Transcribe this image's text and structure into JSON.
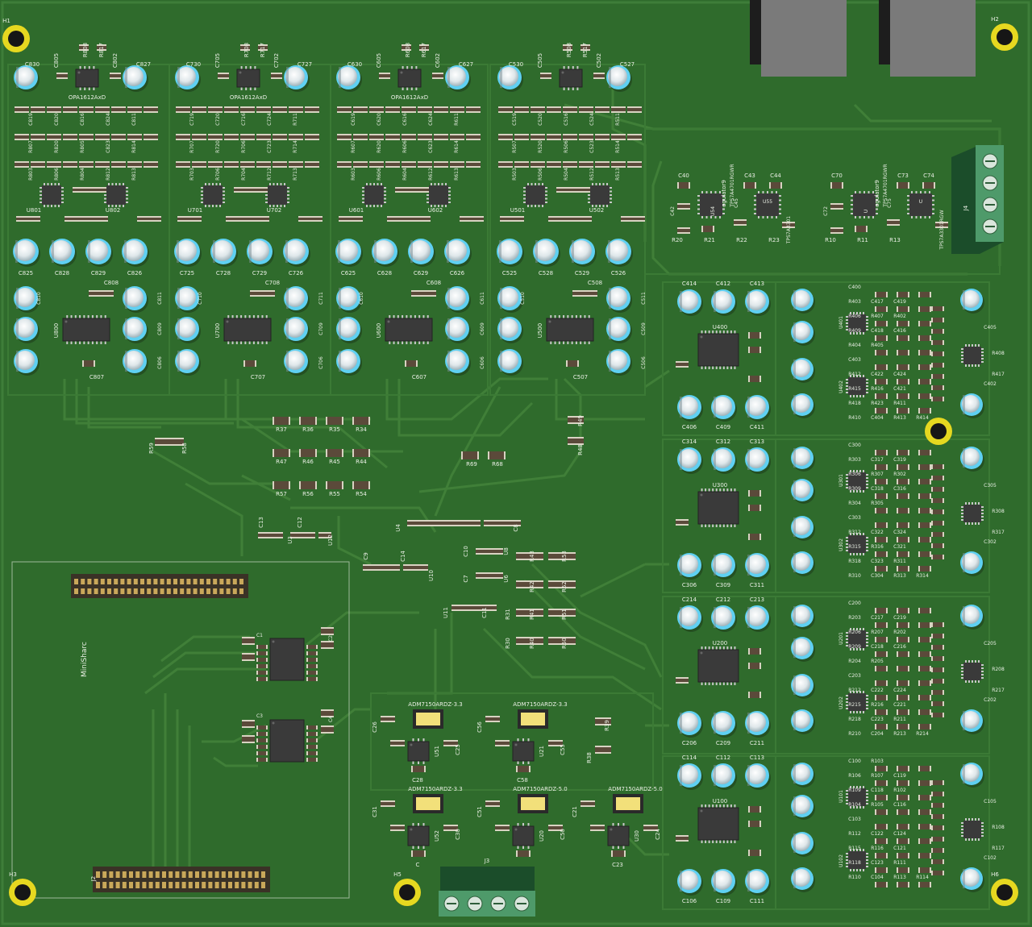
{
  "colors": {
    "board": "#2f6b2c",
    "board_dark": "#255a23",
    "trace": "#3f7f38",
    "trace_light": "#4c8c44",
    "silk": "#e9efe4",
    "cap_body": "#d9e2e6",
    "cap_ring": "#5fd0f2",
    "ic": "#3a3a3a",
    "smd": "#b8a58a",
    "smd_dark": "#5b4a3a",
    "pad": "#d8d3c2",
    "hole": "#e6d820",
    "connector": "#4e9a6a",
    "tantalum": "#f2e07a",
    "rj45": "#7a7a7a"
  },
  "mounting_holes": [
    "H1",
    "H2",
    "H3",
    "H5",
    "H6"
  ],
  "daughter_board": {
    "name": "MiniSharc",
    "header": "J2"
  },
  "connectors": {
    "j3": "J3",
    "j4": "J4"
  },
  "channels_top": [
    {
      "amp": "OPA1612AxD",
      "caps_top": [
        "C830",
        "C805",
        "C802",
        "C827"
      ],
      "res_top": [
        "R808",
        "R817"
      ],
      "u_a": "U801",
      "u_b": "U802",
      "u_main": "U800",
      "caps_bottom": [
        "C825",
        "C828",
        "C829",
        "C826"
      ],
      "caps_bottom2": [
        "C810",
        "C808",
        "C807",
        "C811",
        "C809",
        "C806"
      ],
      "rows": [
        [
          "C819",
          "C820",
          "C816",
          "C824",
          "C811"
        ],
        [
          "R807",
          "R820",
          "R805",
          "C823",
          "R814"
        ],
        [
          "R803",
          "R806",
          "R804",
          "R812",
          "R813"
        ]
      ]
    },
    {
      "amp": "OPA1612AxD",
      "caps_top": [
        "C730",
        "C705",
        "C702",
        "C727"
      ],
      "res_top": [
        "R708",
        "R717"
      ],
      "u_a": "U701",
      "u_b": "U702",
      "u_main": "U700",
      "caps_bottom": [
        "C725",
        "C728",
        "C729",
        "C726"
      ],
      "caps_bottom2": [
        "C710",
        "C708",
        "C707",
        "C711",
        "C709",
        "C706"
      ],
      "rows": [
        [
          "C719",
          "C720",
          "C716",
          "C724",
          "R711"
        ],
        [
          "R707",
          "R720",
          "R706",
          "C723",
          "R714"
        ],
        [
          "R703",
          "R706",
          "R704",
          "R712",
          "R713"
        ]
      ]
    },
    {
      "amp": "OPA1612AxD",
      "caps_top": [
        "C630",
        "C605",
        "C602",
        "C627"
      ],
      "res_top": [
        "R608",
        "R617"
      ],
      "u_a": "U601",
      "u_b": "U602",
      "u_main": "U600",
      "caps_bottom": [
        "C625",
        "C628",
        "C629",
        "C626"
      ],
      "caps_bottom2": [
        "C610",
        "C608",
        "C607",
        "C611",
        "C609",
        "C606"
      ],
      "rows": [
        [
          "C619",
          "C620",
          "C616",
          "C624",
          "R611"
        ],
        [
          "R607",
          "R620",
          "R606",
          "C623",
          "R614"
        ],
        [
          "R603",
          "R606",
          "R604",
          "R612",
          "R613"
        ]
      ]
    },
    {
      "amp": "",
      "caps_top": [
        "C530",
        "C505",
        "C502",
        "C527"
      ],
      "res_top": [
        "R508",
        "R517"
      ],
      "u_a": "U501",
      "u_b": "U502",
      "u_main": "U500",
      "caps_bottom": [
        "C525",
        "C528",
        "C529",
        "C526"
      ],
      "caps_bottom2": [
        "C510",
        "C508",
        "C507",
        "C511",
        "C509",
        "C506"
      ],
      "rows": [
        [
          "C519",
          "C520",
          "C516",
          "C524",
          "R511"
        ],
        [
          "R507",
          "R520",
          "R506",
          "C523",
          "R514"
        ],
        [
          "R503",
          "R506",
          "R504",
          "R512",
          "R513"
        ]
      ]
    }
  ],
  "channels_right": [
    {
      "u_main": "U400",
      "u_a": "U401",
      "u_b": "U402",
      "caps_top": [
        "C414",
        "C412",
        "C413"
      ],
      "caps_bottom": [
        "C406",
        "C409",
        "C411"
      ],
      "side": [
        "C405",
        "C402",
        "R408",
        "R417"
      ],
      "rows": [
        [
          "C400"
        ],
        [
          "R403",
          "C417",
          "C419"
        ],
        [
          "R406",
          "R407",
          "R402"
        ],
        [
          "R409",
          "C418",
          "C416"
        ],
        [
          "R404",
          "R405"
        ],
        [
          "C403"
        ],
        [
          "R412",
          "C422",
          "C424"
        ],
        [
          "R415",
          "R416",
          "C421"
        ],
        [
          "R418",
          "R423",
          "R411"
        ],
        [
          "R410",
          "C404",
          "R413",
          "R414"
        ]
      ]
    },
    {
      "u_main": "U300",
      "u_a": "U301",
      "u_b": "U302",
      "caps_top": [
        "C314",
        "C312",
        "C313"
      ],
      "caps_bottom": [
        "C306",
        "C309",
        "C311"
      ],
      "side": [
        "C305",
        "C302",
        "R308",
        "R317"
      ],
      "rows": [
        [
          "C300"
        ],
        [
          "R303",
          "C317",
          "C319"
        ],
        [
          "R306",
          "R307",
          "R302"
        ],
        [
          "R309",
          "C318",
          "C316"
        ],
        [
          "R304",
          "R305"
        ],
        [
          "C303"
        ],
        [
          "R312",
          "C322",
          "C324"
        ],
        [
          "R315",
          "R316",
          "C321"
        ],
        [
          "R318",
          "C323",
          "R311"
        ],
        [
          "R310",
          "C304",
          "R313",
          "R314"
        ]
      ]
    },
    {
      "u_main": "U200",
      "u_a": "U201",
      "u_b": "U202",
      "caps_top": [
        "C214",
        "C212",
        "C213"
      ],
      "caps_bottom": [
        "C206",
        "C209",
        "C211"
      ],
      "side": [
        "C205",
        "C202",
        "R208",
        "R217"
      ],
      "rows": [
        [
          "C200"
        ],
        [
          "R203",
          "C217",
          "C219"
        ],
        [
          "R206",
          "R207",
          "R202"
        ],
        [
          "R209",
          "C218",
          "C216"
        ],
        [
          "R204",
          "R205"
        ],
        [
          "C203"
        ],
        [
          "R212",
          "C222",
          "C224"
        ],
        [
          "R215",
          "R216",
          "C221"
        ],
        [
          "R218",
          "C223",
          "R211"
        ],
        [
          "R210",
          "C204",
          "R213",
          "R214"
        ]
      ]
    },
    {
      "u_main": "U100",
      "u_a": "U101",
      "u_b": "U102",
      "caps_top": [
        "C114",
        "C112",
        "C113"
      ],
      "caps_bottom": [
        "C106",
        "C109",
        "C111"
      ],
      "side": [
        "C105",
        "C102",
        "R108",
        "R117"
      ],
      "rows": [
        [
          "C100",
          "R103"
        ],
        [
          "R106",
          "R107",
          "C119"
        ],
        [
          "R109",
          "C118",
          "R102"
        ],
        [
          "R104",
          "R105",
          "C116"
        ],
        [
          "C103"
        ],
        [
          "R112",
          "C122",
          "C124"
        ],
        [
          "R115",
          "R116",
          "C121"
        ],
        [
          "R118",
          "C123",
          "R111"
        ],
        [
          "R110",
          "C104",
          "R113",
          "R114"
        ]
      ]
    }
  ],
  "regulators_top": [
    {
      "label": "TPS7A4701RGWR",
      "caps": [
        "C40",
        "C43",
        "C44"
      ],
      "u": [
        "U54",
        "U55"
      ],
      "r": [
        "R20",
        "R21",
        "R22",
        "R23"
      ],
      "c2": [
        "C42",
        "C45"
      ]
    },
    {
      "label": "TPS7A4701RGWR",
      "caps": [
        "C70",
        "C73",
        "C74"
      ],
      "u": [
        "U",
        "U"
      ],
      "r": [
        "R10",
        "R11",
        "R13"
      ],
      "c2": [
        "C72",
        "C75"
      ]
    }
  ],
  "regulator_labels": [
    "egulator9",
    "egulator9"
  ],
  "tps_bottom": [
    "TPS7A3301",
    "TPS7A3301RGW"
  ],
  "adm_regs": [
    {
      "label": "ADM7150ARDZ-3.3",
      "caps": [
        "C26",
        "C25",
        "C28"
      ],
      "u": "U51"
    },
    {
      "label": "ADM7150ARDZ-3.3",
      "caps": [
        "C56",
        "C55",
        "C58"
      ],
      "u": "U21"
    },
    {
      "label": "ADM7150ARDZ-3.3",
      "caps": [
        "C31",
        "C30",
        "C"
      ],
      "u": "U52"
    },
    {
      "label": "ADM7150ARDZ-5.0",
      "caps": [
        "C51",
        "C50",
        ""
      ],
      "u": "U20"
    },
    {
      "label": "ADM7150ARDZ-5.0",
      "caps": [
        "C21",
        "C24",
        "C23"
      ],
      "u": "U30"
    }
  ],
  "center_resistors": [
    [
      "R37",
      "R36",
      "R35",
      "R34"
    ],
    [
      "R47",
      "R46",
      "R45",
      "R44"
    ],
    [
      "R57",
      "R56",
      "R55",
      "R54"
    ]
  ],
  "misc_labels": {
    "r59": "R59",
    "r58": "R58",
    "r69": "R69",
    "r68": "R68",
    "r49": "R49",
    "r48": "R48",
    "c13": "C13",
    "c12": "C12",
    "u3": "U3",
    "u12": "U12",
    "c9": "C9",
    "c14": "C14",
    "u10": "U10",
    "u4": "U4",
    "c8": "C8",
    "c10": "C10",
    "u8": "U8",
    "c7": "C7",
    "u6": "U6",
    "u11": "U11",
    "c11": "C11",
    "r43": "R43",
    "r53": "R53",
    "r42": "R42",
    "r52": "R52",
    "r41": "R41",
    "r51": "R51",
    "r30": "R30",
    "r40": "R40",
    "r50": "R50",
    "r31": "R31",
    "r39": "R39",
    "r38": "R38",
    "c1": "C1",
    "c2": "C2",
    "c3": "C3",
    "c4": "C4",
    "u55": "U55",
    "c42": "C42"
  }
}
